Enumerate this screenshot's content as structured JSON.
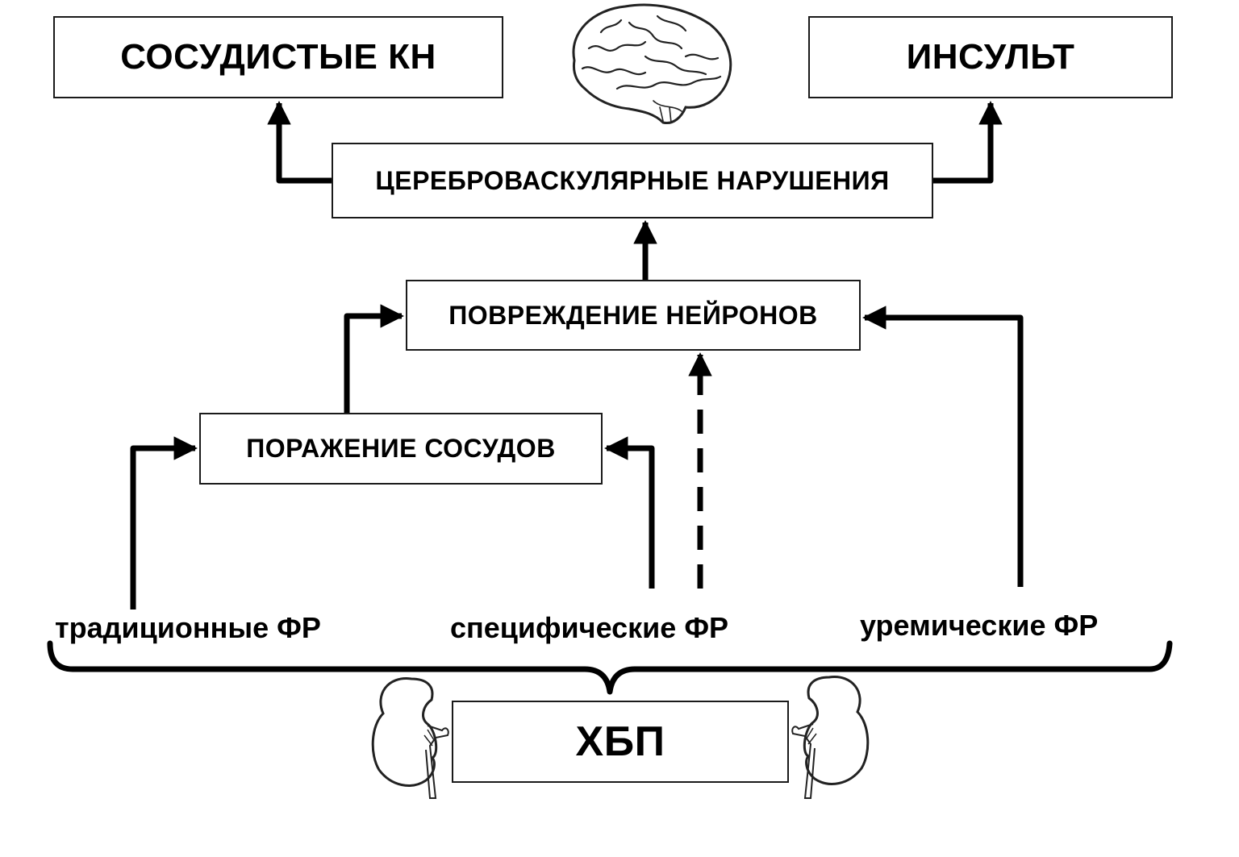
{
  "diagram": {
    "outcomes": {
      "vascular_cognitive": "СОСУДИСТЫЕ КН",
      "stroke": "ИНСУЛЬТ"
    },
    "cerebrovascular": "ЦЕРЕБРОВАСКУЛЯРНЫЕ НАРУШЕНИЯ",
    "neuron_damage": "ПОВРЕЖДЕНИЕ НЕЙРОНОВ",
    "vessel_damage": "ПОРАЖЕНИЕ СОСУДОВ",
    "risk_factors": [
      {
        "label": "традиционные ФР"
      },
      {
        "label": "специфические ФР"
      },
      {
        "label": "уремические ФР"
      }
    ],
    "source": "ХБП",
    "icons": {
      "brain": "brain-icon",
      "kidney": "kidney-icon"
    },
    "edges": [
      {
        "from": "ЦЕРЕБРОВАСКУЛЯРНЫЕ НАРУШЕНИЯ",
        "to": "СОСУДИСТЫЕ КН",
        "style": "solid"
      },
      {
        "from": "ЦЕРЕБРОВАСКУЛЯРНЫЕ НАРУШЕНИЯ",
        "to": "ИНСУЛЬТ",
        "style": "solid"
      },
      {
        "from": "ПОВРЕЖДЕНИЕ НЕЙРОНОВ",
        "to": "ЦЕРЕБРОВАСКУЛЯРНЫЕ НАРУШЕНИЯ",
        "style": "solid"
      },
      {
        "from": "ПОРАЖЕНИЕ СОСУДОВ",
        "to": "ПОВРЕЖДЕНИЕ НЕЙРОНОВ",
        "style": "solid"
      },
      {
        "from": "традиционные ФР",
        "to": "ПОРАЖЕНИЕ СОСУДОВ",
        "style": "solid"
      },
      {
        "from": "специфические ФР",
        "to": "ПОРАЖЕНИЕ СОСУДОВ",
        "style": "solid"
      },
      {
        "from": "специфические ФР",
        "to": "ПОВРЕЖДЕНИЕ НЕЙРОНОВ",
        "style": "dashed"
      },
      {
        "from": "уремические ФР",
        "to": "ПОВРЕЖДЕНИЕ НЕЙРОНОВ",
        "style": "solid"
      }
    ]
  }
}
